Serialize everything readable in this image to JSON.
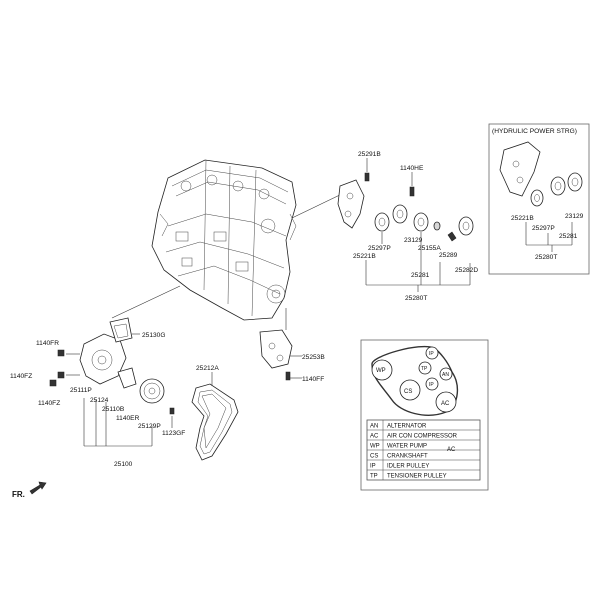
{
  "callouts": {
    "p25291B": "25291B",
    "p1140HE": "1140HE",
    "p25297P": "25297P",
    "p25155A": "25155A",
    "p23129": "23129",
    "p25289": "25289",
    "p25221B": "25221B",
    "p25281": "25281",
    "p25282D": "25282D",
    "p25280T": "25280T",
    "p1140FR": "1140FR",
    "p25130G": "25130G",
    "p1140FZ_a": "1140FZ",
    "p1140FZ_b": "1140FZ",
    "p25111P": "25111P",
    "p25124": "25124",
    "p25110B": "25110B",
    "p1140ER": "1140ER",
    "p25129P": "25129P",
    "p1123GF": "1123GF",
    "p25100": "25100",
    "p25212A": "25212A",
    "p25253B": "25253B",
    "p1140FF": "1140FF"
  },
  "hydraulic_box": {
    "title": "(HYDRULIC POWER STRG)",
    "p25221B": "25221B",
    "p23129": "23129",
    "p25297P": "25297P",
    "p25281": "25281",
    "p25280T": "25280T"
  },
  "belt_routing": {
    "pulleys": [
      "WP",
      "IP",
      "TP",
      "AN",
      "CS",
      "IP",
      "AC"
    ]
  },
  "legend": {
    "rows": [
      {
        "code": "AN",
        "desc": "ALTERNATOR"
      },
      {
        "code": "AC",
        "desc": "AIR CON COMPRESSOR"
      },
      {
        "code": "WP",
        "desc": "WATER PUMP"
      },
      {
        "code": "CS",
        "desc": "CRANKSHAFT"
      },
      {
        "code": "IP",
        "desc": "IDLER PULLEY"
      },
      {
        "code": "TP",
        "desc": "TENSIONER PULLEY"
      }
    ],
    "stray_label": "AC"
  },
  "direction": "FR."
}
